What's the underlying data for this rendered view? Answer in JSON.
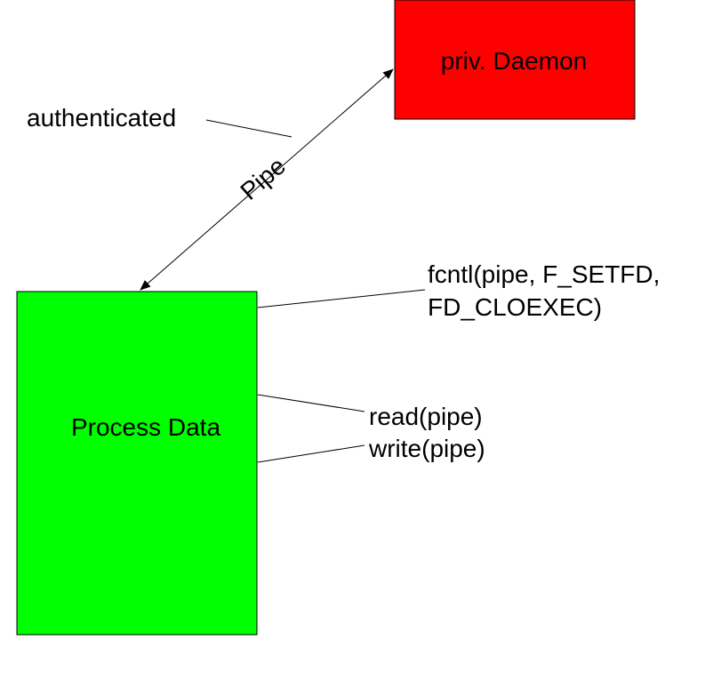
{
  "diagram": {
    "nodes": {
      "daemon": {
        "label": "priv. Daemon",
        "fill": "#ff0000"
      },
      "process": {
        "label": "Process Data",
        "fill": "#00ff00"
      }
    },
    "edge": {
      "label": "Pipe",
      "direction": "bidirectional"
    },
    "annotations": {
      "authenticated": "authenticated",
      "fcntl_line1": "fcntl(pipe, F_SETFD,",
      "fcntl_line2": "FD_CLOEXEC)",
      "read": "read(pipe)",
      "write": "write(pipe)"
    }
  }
}
